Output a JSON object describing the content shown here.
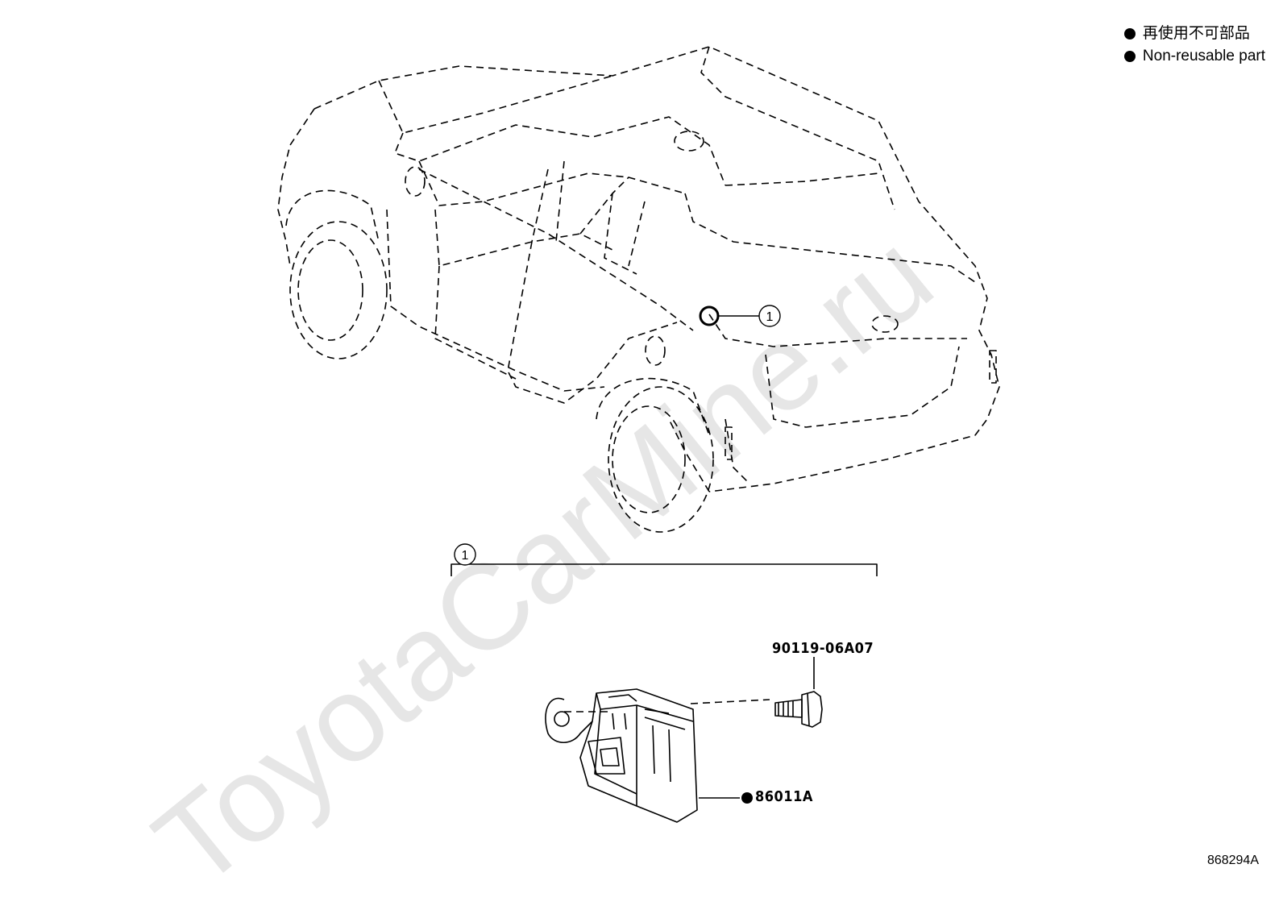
{
  "legend": {
    "items": [
      {
        "text": "再使用不可部品"
      },
      {
        "text": "Non-reusable part"
      }
    ]
  },
  "callouts": {
    "vehicle_marker": "1",
    "group_marker": "1"
  },
  "parts": [
    {
      "number": "90119-06A07"
    },
    {
      "number": "86011A",
      "non_reusable": true
    }
  ],
  "diagram_code": "868294A",
  "watermark": "ToyotaCarMine.ru"
}
